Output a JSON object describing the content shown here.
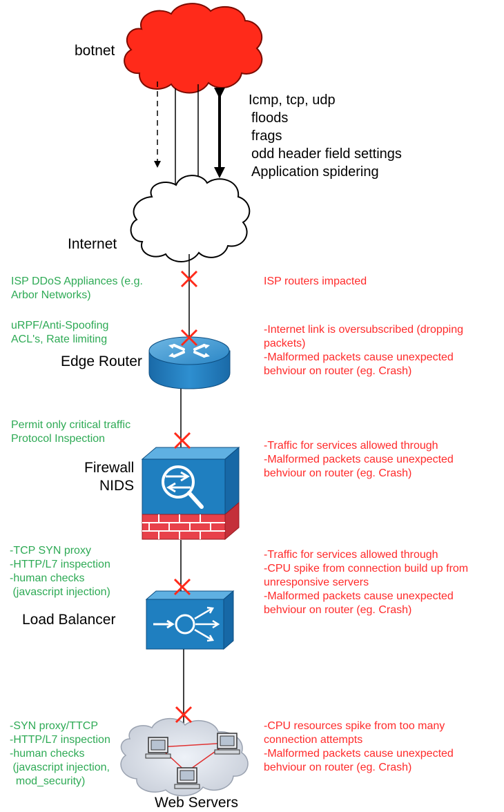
{
  "labels": {
    "botnet": "botnet",
    "internet": "Internet",
    "edge_router": "Edge Router",
    "firewall": "Firewall",
    "nids": "NIDS",
    "load_balancer": "Load Balancer",
    "web_servers": "Web Servers"
  },
  "attack_types": [
    "Icmp, tcp, udp",
    "floods",
    "frags",
    "odd header field settings",
    "Application spidering"
  ],
  "mitigations": {
    "isp": [
      "ISP DDoS Appliances (e.g.",
      "Arbor Networks)"
    ],
    "edge": [
      "uRPF/Anti-Spoofing",
      "ACL's, Rate limiting"
    ],
    "firewall": [
      "Permit only critical traffic",
      "Protocol Inspection"
    ],
    "load_balancer": [
      "-TCP SYN proxy",
      "-HTTP/L7 inspection",
      "-human checks",
      " (javascript injection)"
    ],
    "web_servers": [
      "-SYN proxy/TTCP",
      "-HTTP/L7 inspection",
      "-human checks",
      " (javascript injection,",
      "  mod_security)"
    ]
  },
  "impacts": {
    "isp": [
      "ISP routers impacted"
    ],
    "edge": [
      "-Internet link is oversubscribed (dropping",
      "packets)",
      "-Malformed packets cause unexpected",
      "behviour on router (eg. Crash)"
    ],
    "firewall": [
      "-Traffic for services allowed through",
      "-Malformed packets cause unexpected",
      "behviour on router (eg. Crash)"
    ],
    "load_balancer": [
      "-Traffic for services allowed through",
      "-CPU spike from connection build up from",
      "unresponsive servers",
      "-Malformed packets cause unexpected",
      "behviour on router (eg. Crash)"
    ],
    "web_servers": [
      "-CPU resources spike from too many",
      "connection attempts",
      "-Malformed packets cause unexpected",
      "behviour on router (eg. Crash)"
    ]
  },
  "colors": {
    "botnet_cloud": "#ff2a1a",
    "mitigation_text": "#2eaa55",
    "impact_text": "#ff2a2a",
    "device_blue": "#1f7fc0",
    "firewall_brick": "#e8414a",
    "x_mark": "#ff2a1a"
  }
}
